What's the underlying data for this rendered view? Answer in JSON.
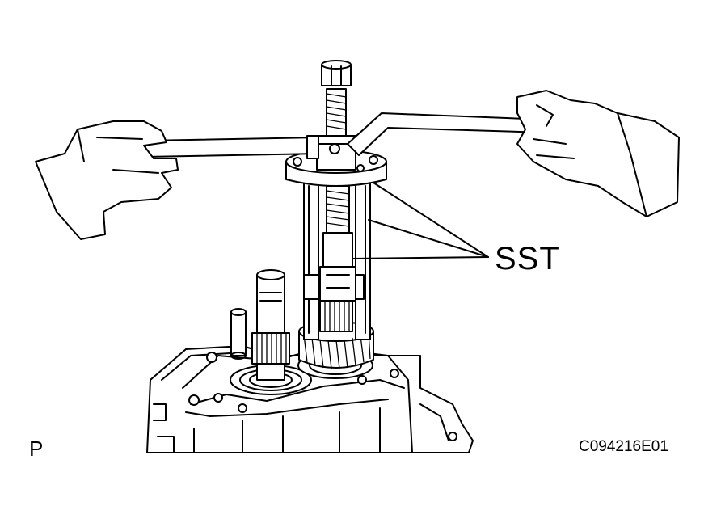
{
  "labels": {
    "callout": "SST",
    "view_letter": "P",
    "figure_code": "C094216E01"
  },
  "colors": {
    "line": "#000000",
    "background": "#ffffff"
  },
  "parts": {
    "icons": [
      "left-hand-icon",
      "right-hand-icon",
      "puller-tool-icon",
      "transmission-case-icon",
      "gear-icon"
    ]
  }
}
